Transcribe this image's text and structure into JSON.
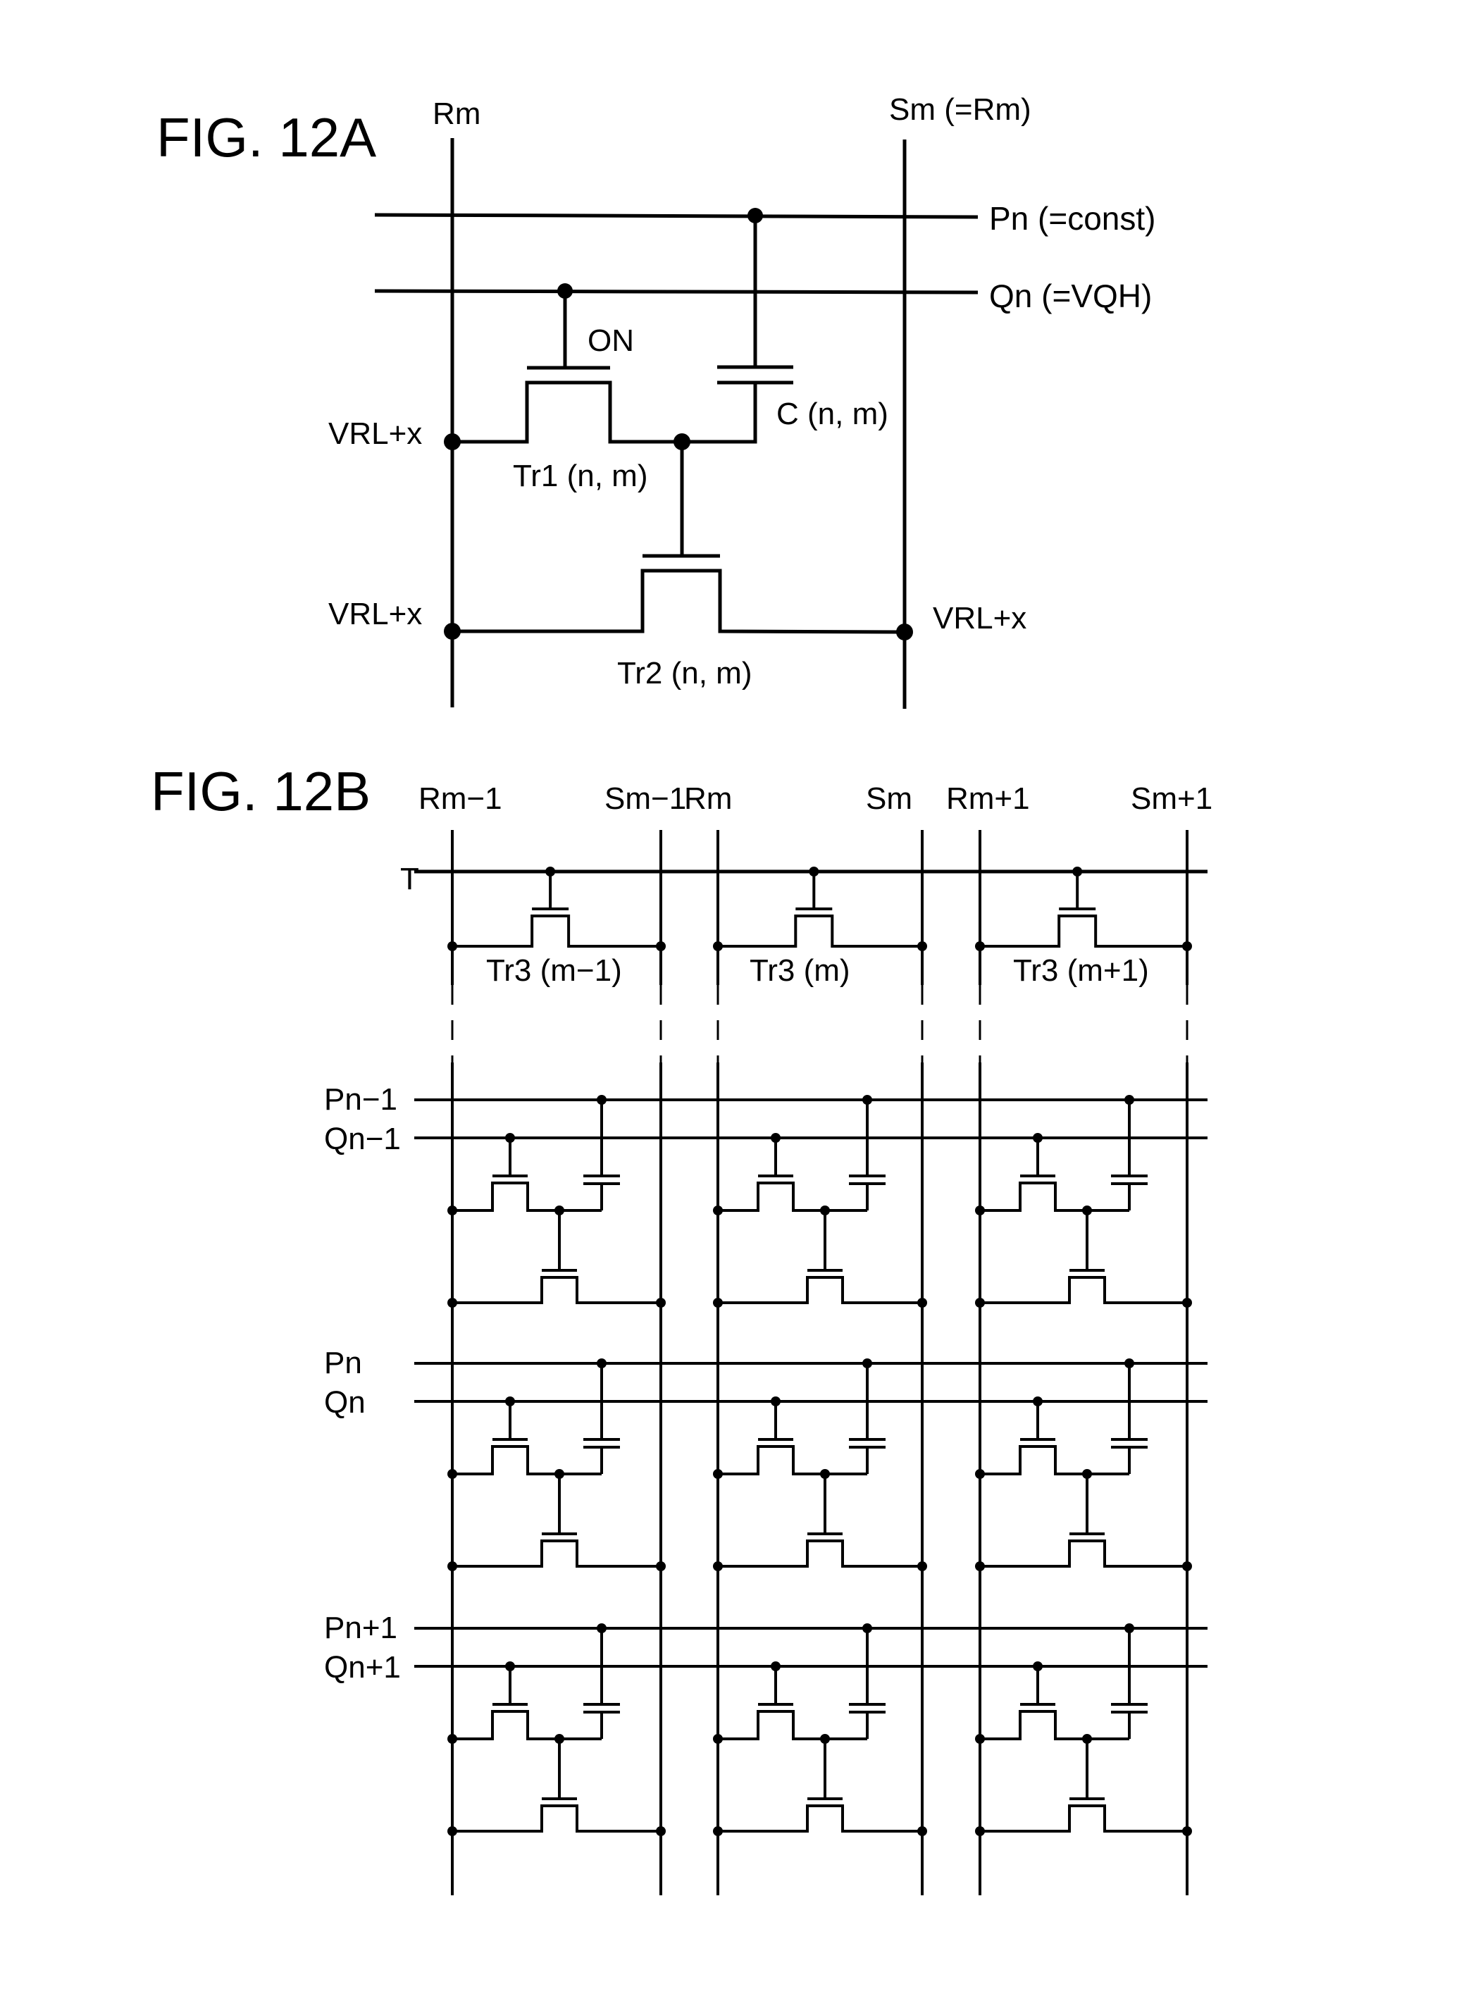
{
  "figures": {
    "fig_a": {
      "title": "FIG. 12A",
      "column_labels": {
        "left": "Rm",
        "right": "Sm (=Rm)"
      },
      "row_labels": {
        "p": "Pn (=const)",
        "q": "Qn (=VQH)"
      },
      "node_labels": {
        "left_upper": "VRL+x",
        "left_lower": "VRL+x",
        "right_lower": "VRL+x"
      },
      "component_labels": {
        "tr1_gate_state": "ON",
        "tr1": "Tr1 (n, m)",
        "capacitor": "C (n, m)",
        "tr2": "Tr2 (n, m)"
      }
    },
    "fig_b": {
      "title": "FIG. 12B",
      "columns": [
        {
          "r": "Rm−1",
          "s": "Sm−1",
          "tr3": "Tr3 (m−1)"
        },
        {
          "r": "Rm",
          "s": "Sm",
          "tr3": "Tr3 (m)"
        },
        {
          "r": "Rm+1",
          "s": "Sm+1",
          "tr3": "Tr3 (m+1)"
        }
      ],
      "t_line_label": "T",
      "rows": [
        {
          "p": "Pn−1",
          "q": "Qn−1"
        },
        {
          "p": "Pn",
          "q": "Qn"
        },
        {
          "p": "Pn+1",
          "q": "Qn+1"
        }
      ]
    }
  }
}
